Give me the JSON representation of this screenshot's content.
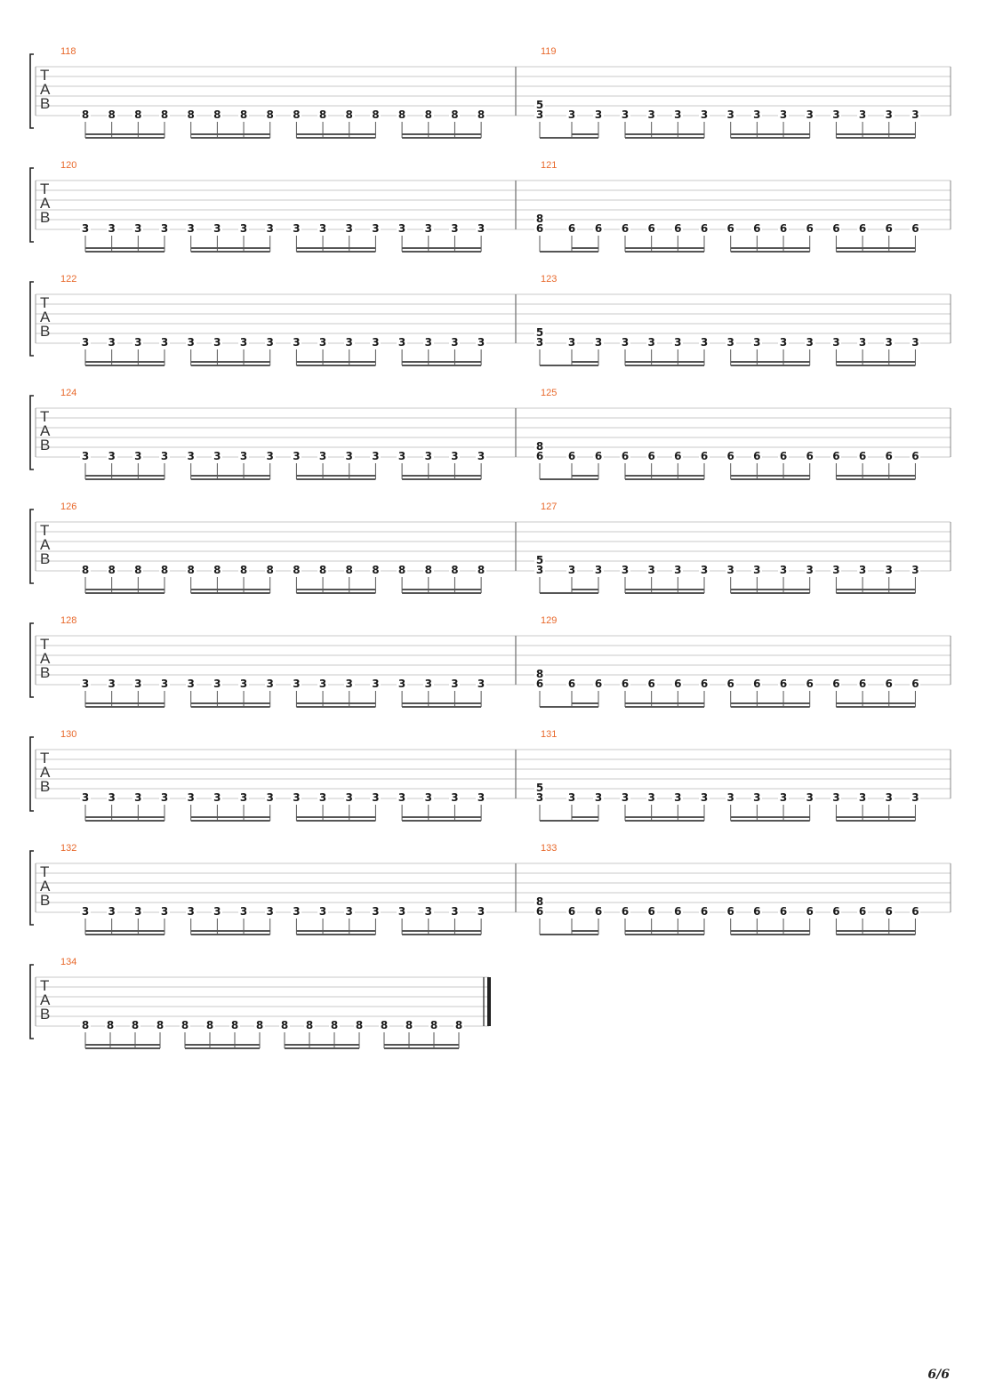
{
  "page": {
    "page_number": "6/6"
  },
  "tab_clef": [
    "T",
    "A",
    "B"
  ],
  "colors": {
    "measure_number": "#e8692c",
    "staff_line": "#c8c8c8",
    "note": "#1a1a1a",
    "stem": "#555555"
  },
  "systems": [
    {
      "measures": [
        {
          "number": "118",
          "notes": [
            [
              "8"
            ],
            [
              "8"
            ],
            [
              "8"
            ],
            [
              "8"
            ],
            [
              "8"
            ],
            [
              "8"
            ],
            [
              "8"
            ],
            [
              "8"
            ],
            [
              "8"
            ],
            [
              "8"
            ],
            [
              "8"
            ],
            [
              "8"
            ],
            [
              "8"
            ],
            [
              "8"
            ],
            [
              "8"
            ],
            [
              "8"
            ]
          ]
        },
        {
          "number": "119",
          "notes": [
            [
              "5",
              "3"
            ],
            [
              "3"
            ],
            [
              "3"
            ],
            [
              "3"
            ],
            [
              "3"
            ],
            [
              "3"
            ],
            [
              "3"
            ],
            [
              "3"
            ],
            [
              "3"
            ],
            [
              "3"
            ],
            [
              "3"
            ],
            [
              "3"
            ],
            [
              "3"
            ],
            [
              "3"
            ],
            [
              "3"
            ]
          ]
        }
      ]
    },
    {
      "measures": [
        {
          "number": "120",
          "notes": [
            [
              "3"
            ],
            [
              "3"
            ],
            [
              "3"
            ],
            [
              "3"
            ],
            [
              "3"
            ],
            [
              "3"
            ],
            [
              "3"
            ],
            [
              "3"
            ],
            [
              "3"
            ],
            [
              "3"
            ],
            [
              "3"
            ],
            [
              "3"
            ],
            [
              "3"
            ],
            [
              "3"
            ],
            [
              "3"
            ],
            [
              "3"
            ]
          ]
        },
        {
          "number": "121",
          "notes": [
            [
              "8",
              "6"
            ],
            [
              "6"
            ],
            [
              "6"
            ],
            [
              "6"
            ],
            [
              "6"
            ],
            [
              "6"
            ],
            [
              "6"
            ],
            [
              "6"
            ],
            [
              "6"
            ],
            [
              "6"
            ],
            [
              "6"
            ],
            [
              "6"
            ],
            [
              "6"
            ],
            [
              "6"
            ],
            [
              "6"
            ]
          ]
        }
      ]
    },
    {
      "measures": [
        {
          "number": "122",
          "notes": [
            [
              "3"
            ],
            [
              "3"
            ],
            [
              "3"
            ],
            [
              "3"
            ],
            [
              "3"
            ],
            [
              "3"
            ],
            [
              "3"
            ],
            [
              "3"
            ],
            [
              "3"
            ],
            [
              "3"
            ],
            [
              "3"
            ],
            [
              "3"
            ],
            [
              "3"
            ],
            [
              "3"
            ],
            [
              "3"
            ],
            [
              "3"
            ]
          ]
        },
        {
          "number": "123",
          "notes": [
            [
              "5",
              "3"
            ],
            [
              "3"
            ],
            [
              "3"
            ],
            [
              "3"
            ],
            [
              "3"
            ],
            [
              "3"
            ],
            [
              "3"
            ],
            [
              "3"
            ],
            [
              "3"
            ],
            [
              "3"
            ],
            [
              "3"
            ],
            [
              "3"
            ],
            [
              "3"
            ],
            [
              "3"
            ],
            [
              "3"
            ]
          ]
        }
      ]
    },
    {
      "measures": [
        {
          "number": "124",
          "notes": [
            [
              "3"
            ],
            [
              "3"
            ],
            [
              "3"
            ],
            [
              "3"
            ],
            [
              "3"
            ],
            [
              "3"
            ],
            [
              "3"
            ],
            [
              "3"
            ],
            [
              "3"
            ],
            [
              "3"
            ],
            [
              "3"
            ],
            [
              "3"
            ],
            [
              "3"
            ],
            [
              "3"
            ],
            [
              "3"
            ],
            [
              "3"
            ]
          ]
        },
        {
          "number": "125",
          "notes": [
            [
              "8",
              "6"
            ],
            [
              "6"
            ],
            [
              "6"
            ],
            [
              "6"
            ],
            [
              "6"
            ],
            [
              "6"
            ],
            [
              "6"
            ],
            [
              "6"
            ],
            [
              "6"
            ],
            [
              "6"
            ],
            [
              "6"
            ],
            [
              "6"
            ],
            [
              "6"
            ],
            [
              "6"
            ],
            [
              "6"
            ]
          ]
        }
      ]
    },
    {
      "measures": [
        {
          "number": "126",
          "notes": [
            [
              "8"
            ],
            [
              "8"
            ],
            [
              "8"
            ],
            [
              "8"
            ],
            [
              "8"
            ],
            [
              "8"
            ],
            [
              "8"
            ],
            [
              "8"
            ],
            [
              "8"
            ],
            [
              "8"
            ],
            [
              "8"
            ],
            [
              "8"
            ],
            [
              "8"
            ],
            [
              "8"
            ],
            [
              "8"
            ],
            [
              "8"
            ]
          ]
        },
        {
          "number": "127",
          "notes": [
            [
              "5",
              "3"
            ],
            [
              "3"
            ],
            [
              "3"
            ],
            [
              "3"
            ],
            [
              "3"
            ],
            [
              "3"
            ],
            [
              "3"
            ],
            [
              "3"
            ],
            [
              "3"
            ],
            [
              "3"
            ],
            [
              "3"
            ],
            [
              "3"
            ],
            [
              "3"
            ],
            [
              "3"
            ],
            [
              "3"
            ]
          ]
        }
      ]
    },
    {
      "measures": [
        {
          "number": "128",
          "notes": [
            [
              "3"
            ],
            [
              "3"
            ],
            [
              "3"
            ],
            [
              "3"
            ],
            [
              "3"
            ],
            [
              "3"
            ],
            [
              "3"
            ],
            [
              "3"
            ],
            [
              "3"
            ],
            [
              "3"
            ],
            [
              "3"
            ],
            [
              "3"
            ],
            [
              "3"
            ],
            [
              "3"
            ],
            [
              "3"
            ],
            [
              "3"
            ]
          ]
        },
        {
          "number": "129",
          "notes": [
            [
              "8",
              "6"
            ],
            [
              "6"
            ],
            [
              "6"
            ],
            [
              "6"
            ],
            [
              "6"
            ],
            [
              "6"
            ],
            [
              "6"
            ],
            [
              "6"
            ],
            [
              "6"
            ],
            [
              "6"
            ],
            [
              "6"
            ],
            [
              "6"
            ],
            [
              "6"
            ],
            [
              "6"
            ],
            [
              "6"
            ]
          ]
        }
      ]
    },
    {
      "measures": [
        {
          "number": "130",
          "notes": [
            [
              "3"
            ],
            [
              "3"
            ],
            [
              "3"
            ],
            [
              "3"
            ],
            [
              "3"
            ],
            [
              "3"
            ],
            [
              "3"
            ],
            [
              "3"
            ],
            [
              "3"
            ],
            [
              "3"
            ],
            [
              "3"
            ],
            [
              "3"
            ],
            [
              "3"
            ],
            [
              "3"
            ],
            [
              "3"
            ],
            [
              "3"
            ]
          ]
        },
        {
          "number": "131",
          "notes": [
            [
              "5",
              "3"
            ],
            [
              "3"
            ],
            [
              "3"
            ],
            [
              "3"
            ],
            [
              "3"
            ],
            [
              "3"
            ],
            [
              "3"
            ],
            [
              "3"
            ],
            [
              "3"
            ],
            [
              "3"
            ],
            [
              "3"
            ],
            [
              "3"
            ],
            [
              "3"
            ],
            [
              "3"
            ],
            [
              "3"
            ]
          ]
        }
      ]
    },
    {
      "measures": [
        {
          "number": "132",
          "notes": [
            [
              "3"
            ],
            [
              "3"
            ],
            [
              "3"
            ],
            [
              "3"
            ],
            [
              "3"
            ],
            [
              "3"
            ],
            [
              "3"
            ],
            [
              "3"
            ],
            [
              "3"
            ],
            [
              "3"
            ],
            [
              "3"
            ],
            [
              "3"
            ],
            [
              "3"
            ],
            [
              "3"
            ],
            [
              "3"
            ],
            [
              "3"
            ]
          ]
        },
        {
          "number": "133",
          "notes": [
            [
              "8",
              "6"
            ],
            [
              "6"
            ],
            [
              "6"
            ],
            [
              "6"
            ],
            [
              "6"
            ],
            [
              "6"
            ],
            [
              "6"
            ],
            [
              "6"
            ],
            [
              "6"
            ],
            [
              "6"
            ],
            [
              "6"
            ],
            [
              "6"
            ],
            [
              "6"
            ],
            [
              "6"
            ],
            [
              "6"
            ]
          ]
        }
      ]
    },
    {
      "measures": [
        {
          "number": "134",
          "notes": [
            [
              "8"
            ],
            [
              "8"
            ],
            [
              "8"
            ],
            [
              "8"
            ],
            [
              "8"
            ],
            [
              "8"
            ],
            [
              "8"
            ],
            [
              "8"
            ],
            [
              "8"
            ],
            [
              "8"
            ],
            [
              "8"
            ],
            [
              "8"
            ],
            [
              "8"
            ],
            [
              "8"
            ],
            [
              "8"
            ],
            [
              "8"
            ]
          ]
        }
      ]
    }
  ]
}
